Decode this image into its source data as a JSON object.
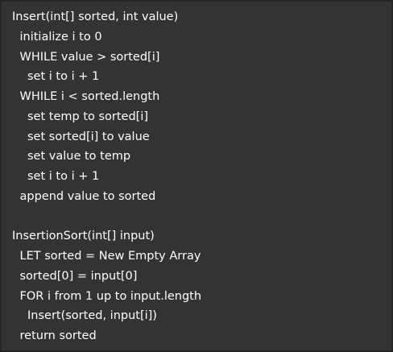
{
  "code": {
    "lines": [
      {
        "indent": 0,
        "text": "Insert(int[] sorted, int value)"
      },
      {
        "indent": 1,
        "text": "initialize i to 0"
      },
      {
        "indent": 1,
        "text": "WHILE value > sorted[i]"
      },
      {
        "indent": 2,
        "text": "set i to i + 1"
      },
      {
        "indent": 1,
        "text": "WHILE i < sorted.length"
      },
      {
        "indent": 2,
        "text": "set temp to sorted[i]"
      },
      {
        "indent": 2,
        "text": "set sorted[i] to value"
      },
      {
        "indent": 2,
        "text": "set value to temp"
      },
      {
        "indent": 2,
        "text": "set i to i + 1"
      },
      {
        "indent": 1,
        "text": "append value to sorted"
      },
      {
        "indent": 0,
        "text": ""
      },
      {
        "indent": 0,
        "text": "InsertionSort(int[] input)"
      },
      {
        "indent": 1,
        "text": "LET sorted = New Empty Array"
      },
      {
        "indent": 1,
        "text": "sorted[0] = input[0]"
      },
      {
        "indent": 1,
        "text": "FOR i from 1 up to input.length"
      },
      {
        "indent": 2,
        "text": "Insert(sorted, input[i])"
      },
      {
        "indent": 1,
        "text": "return sorted"
      }
    ]
  }
}
